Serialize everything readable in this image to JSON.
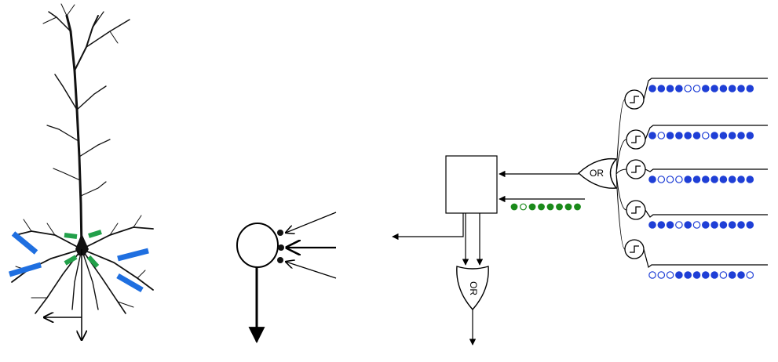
{
  "gates": {
    "or_main": "OR",
    "or_bottom": "OR"
  },
  "colors": {
    "line": "#000000",
    "blue_active": "#1f3fd6",
    "blue_bar": "#1f6fe0",
    "green_active": "#1a8a1a",
    "green_bar": "#22a04a",
    "neuron": "#111111"
  },
  "segments": [
    [
      1,
      1,
      1,
      1,
      0,
      0,
      1,
      1,
      1,
      1,
      1,
      1
    ],
    [
      1,
      0,
      1,
      1,
      1,
      1,
      0,
      1,
      1,
      1,
      1,
      1
    ],
    [
      1,
      0,
      0,
      0,
      1,
      1,
      1,
      1,
      1,
      1,
      1,
      1
    ],
    [
      1,
      1,
      1,
      0,
      1,
      0,
      1,
      1,
      1,
      1,
      1,
      1
    ],
    [
      0,
      0,
      0,
      1,
      1,
      1,
      1,
      1,
      0,
      1,
      1,
      0
    ]
  ],
  "proximal_pattern": [
    1,
    0,
    1,
    1,
    1,
    1,
    1,
    1
  ]
}
